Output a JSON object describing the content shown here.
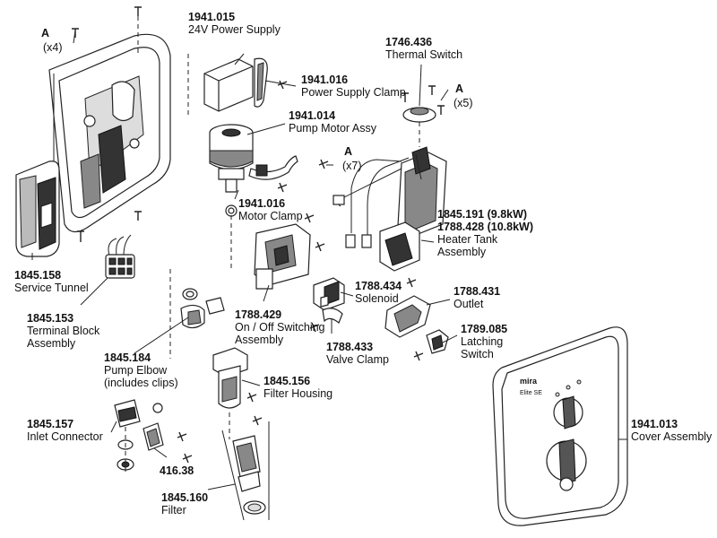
{
  "parts": [
    {
      "id": "p1",
      "code": "1941.015",
      "name": "24V Power Supply"
    },
    {
      "id": "p2",
      "code": "1941.016",
      "name": "Power Supply Clamp"
    },
    {
      "id": "p3",
      "code": "1941.014",
      "name": "Pump Motor Assy"
    },
    {
      "id": "p4",
      "code": "1941.016",
      "name": "Motor Clamp"
    },
    {
      "id": "p5",
      "code": "1746.436",
      "name": "Thermal Switch"
    },
    {
      "id": "p6",
      "code": "1845.191 (9.8kW)",
      "name": "1788.428 (10.8kW)",
      "name2": "Heater Tank",
      "name3": "Assembly"
    },
    {
      "id": "p7",
      "code": "1845.158",
      "name": "Service Tunnel"
    },
    {
      "id": "p8",
      "code": "1845.153",
      "name": "Terminal Block",
      "name2": "Assembly"
    },
    {
      "id": "p9",
      "code": "1788.434",
      "name": "Solenoid"
    },
    {
      "id": "p10",
      "code": "1788.431",
      "name": "Outlet"
    },
    {
      "id": "p11",
      "code": "1788.429",
      "name": "On / Off Switching",
      "name2": "Assembly"
    },
    {
      "id": "p12",
      "code": "1845.184",
      "name": "Pump Elbow",
      "name2": "(includes clips)"
    },
    {
      "id": "p13",
      "code": "1788.433",
      "name": "Valve Clamp"
    },
    {
      "id": "p14",
      "code": "1789.085",
      "name": "Latching",
      "name2": "Switch"
    },
    {
      "id": "p15",
      "code": "1845.156",
      "name": "Filter Housing"
    },
    {
      "id": "p16",
      "code": "1941.013",
      "name": "Cover Assembly"
    },
    {
      "id": "p17",
      "code": "1845.157",
      "name": "Inlet Connector"
    },
    {
      "id": "p18",
      "code": "416.38",
      "name": ""
    },
    {
      "id": "p19",
      "code": "1845.160",
      "name": "Filter"
    }
  ],
  "screw_refs": [
    {
      "id": "a1",
      "letter": "A",
      "count": "(x4)"
    },
    {
      "id": "a2",
      "letter": "A",
      "count": "(x5)"
    },
    {
      "id": "a3",
      "letter": "A",
      "count": "(x7)"
    }
  ],
  "cover_text": {
    "brand": "mira",
    "model": "Elite SE"
  }
}
